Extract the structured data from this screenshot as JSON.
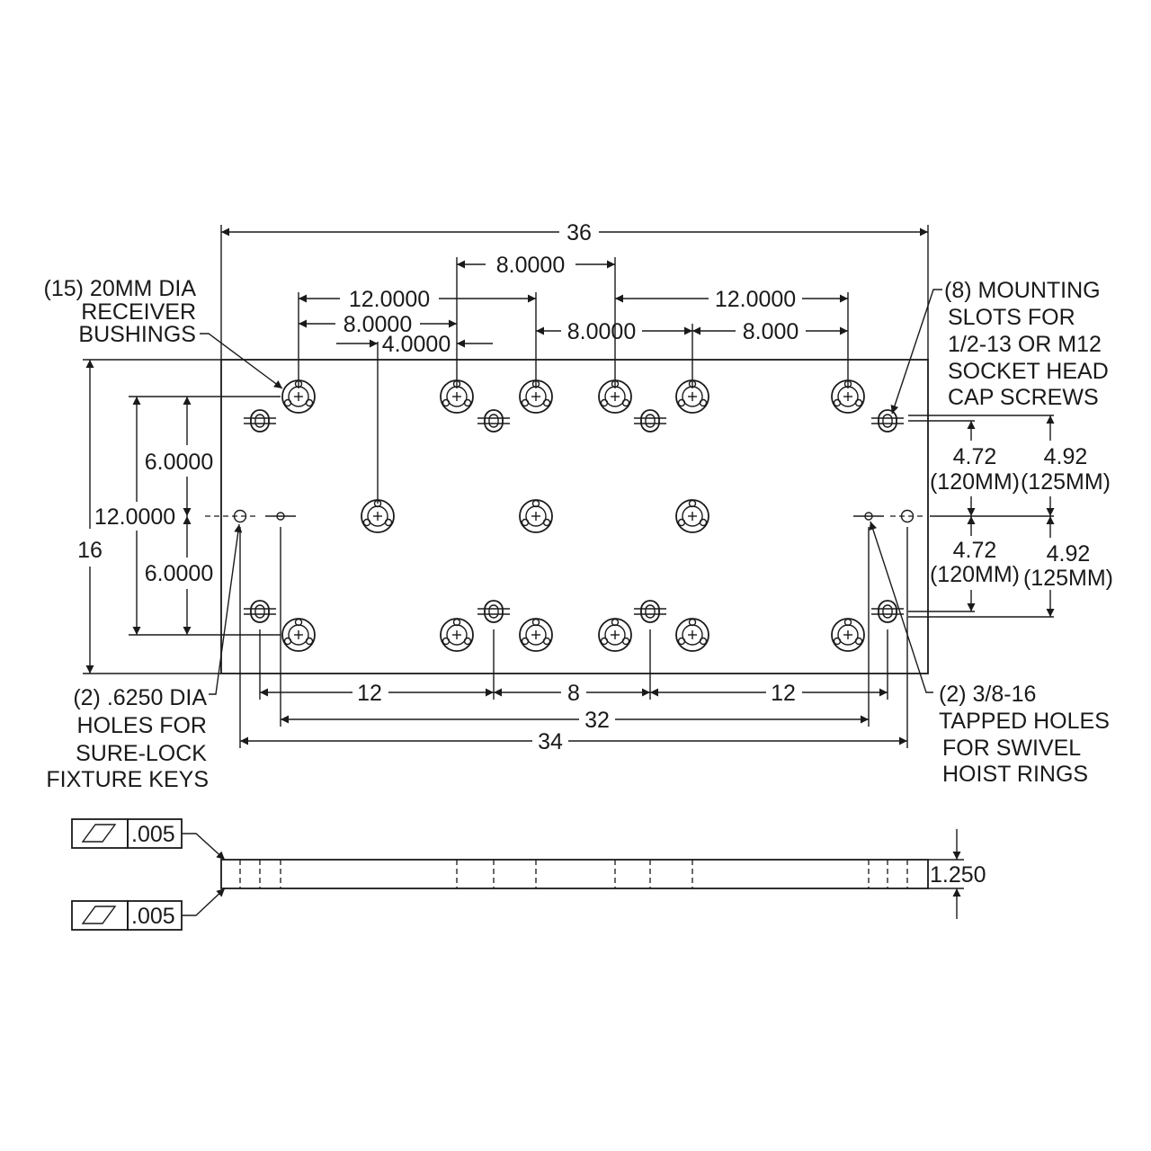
{
  "top_view": {
    "dims": {
      "overall_length": "36",
      "bush_top_gap": "8.0000",
      "bush_left_span": "12.0000",
      "bush_left_pitch": "8.0000",
      "bush_center_offset": "4.0000",
      "bush_right_span": "12.0000",
      "bush_mid_pitch": "8.0000",
      "bush_right_pitch": "8.000",
      "overall_width": "16",
      "bush_vertical_span": "12.0000",
      "bush_upper_half": "6.0000",
      "bush_lower_half": "6.0000",
      "hoist_left_span": "12",
      "hoist_mid_span": "8",
      "hoist_right_span": "12",
      "tapped_span": "32",
      "key_span": "34",
      "slot_upper_in": "4.72",
      "slot_upper_mm": "(120MM)",
      "slot_upper_out_in": "4.92",
      "slot_upper_out_mm": "(125MM)",
      "slot_lower_in": "4.72",
      "slot_lower_mm": "(120MM)",
      "slot_lower_out_in": "4.92",
      "slot_lower_out_mm": "(125MM)"
    },
    "notes": {
      "bushings": [
        "(15) 20MM DIA",
        "RECEIVER",
        "BUSHINGS"
      ],
      "mounting_slots": [
        "(8) MOUNTING",
        "SLOTS FOR",
        "1/2-13 OR M12",
        "SOCKET HEAD",
        "CAP SCREWS"
      ],
      "key_holes": [
        "(2) .6250 DIA",
        "HOLES FOR",
        "SURE-LOCK",
        "FIXTURE KEYS"
      ],
      "tapped_holes": [
        "(2) 3/8-16",
        "TAPPED HOLES",
        "FOR SWIVEL",
        "HOIST RINGS"
      ]
    }
  },
  "side_view": {
    "thickness": "1.250",
    "flatness_top": {
      "symbol": "flatness-icon",
      "tolerance": ".005"
    },
    "flatness_bottom": {
      "symbol": "flatness-icon",
      "tolerance": ".005"
    }
  }
}
